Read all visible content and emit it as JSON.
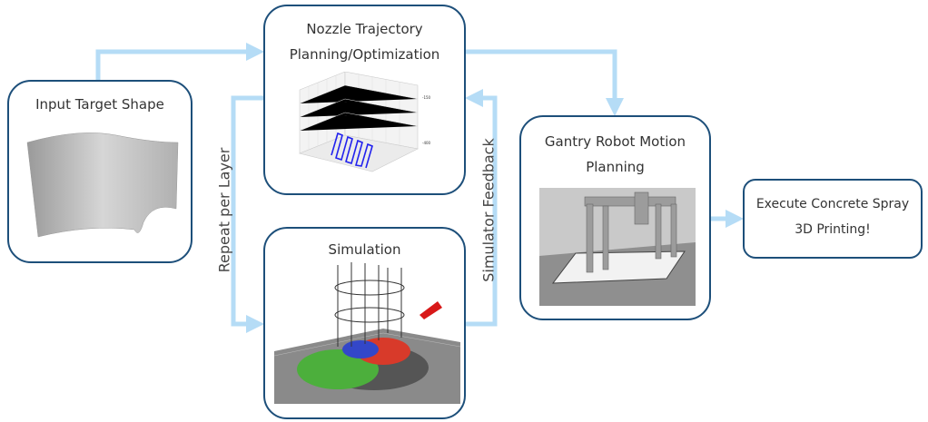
{
  "boxes": {
    "input": {
      "title": "Input Target Shape"
    },
    "nozzle": {
      "title_line1": "Nozzle Trajectory",
      "title_line2": "Planning/Optimization"
    },
    "simulation": {
      "title": "Simulation"
    },
    "gantry": {
      "title_line1": "Gantry Robot Motion",
      "title_line2": "Planning"
    },
    "execute": {
      "title_line1": "Execute Concrete Spray",
      "title_line2": "3D Printing!"
    }
  },
  "loop_labels": {
    "repeat": "Repeat per Layer",
    "feedback": "Simulator Feedback"
  },
  "colors": {
    "border": "#1d4f7a",
    "arrow": "#b5dcf6",
    "trajectory": "#2222ee"
  }
}
